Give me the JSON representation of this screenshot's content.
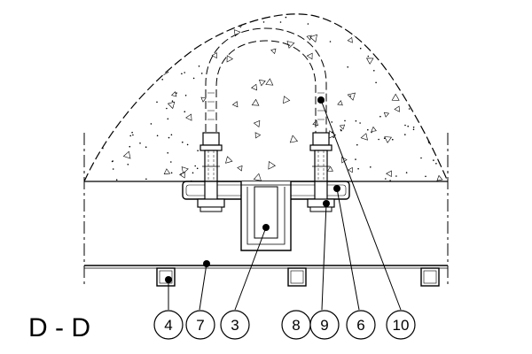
{
  "section_title": "D - D",
  "callouts": [
    {
      "label": "4"
    },
    {
      "label": "7"
    },
    {
      "label": "3"
    },
    {
      "label": "8"
    },
    {
      "label": "9"
    },
    {
      "label": "6"
    },
    {
      "label": "10"
    }
  ],
  "colors": {
    "line": "#000000",
    "background": "#ffffff"
  }
}
